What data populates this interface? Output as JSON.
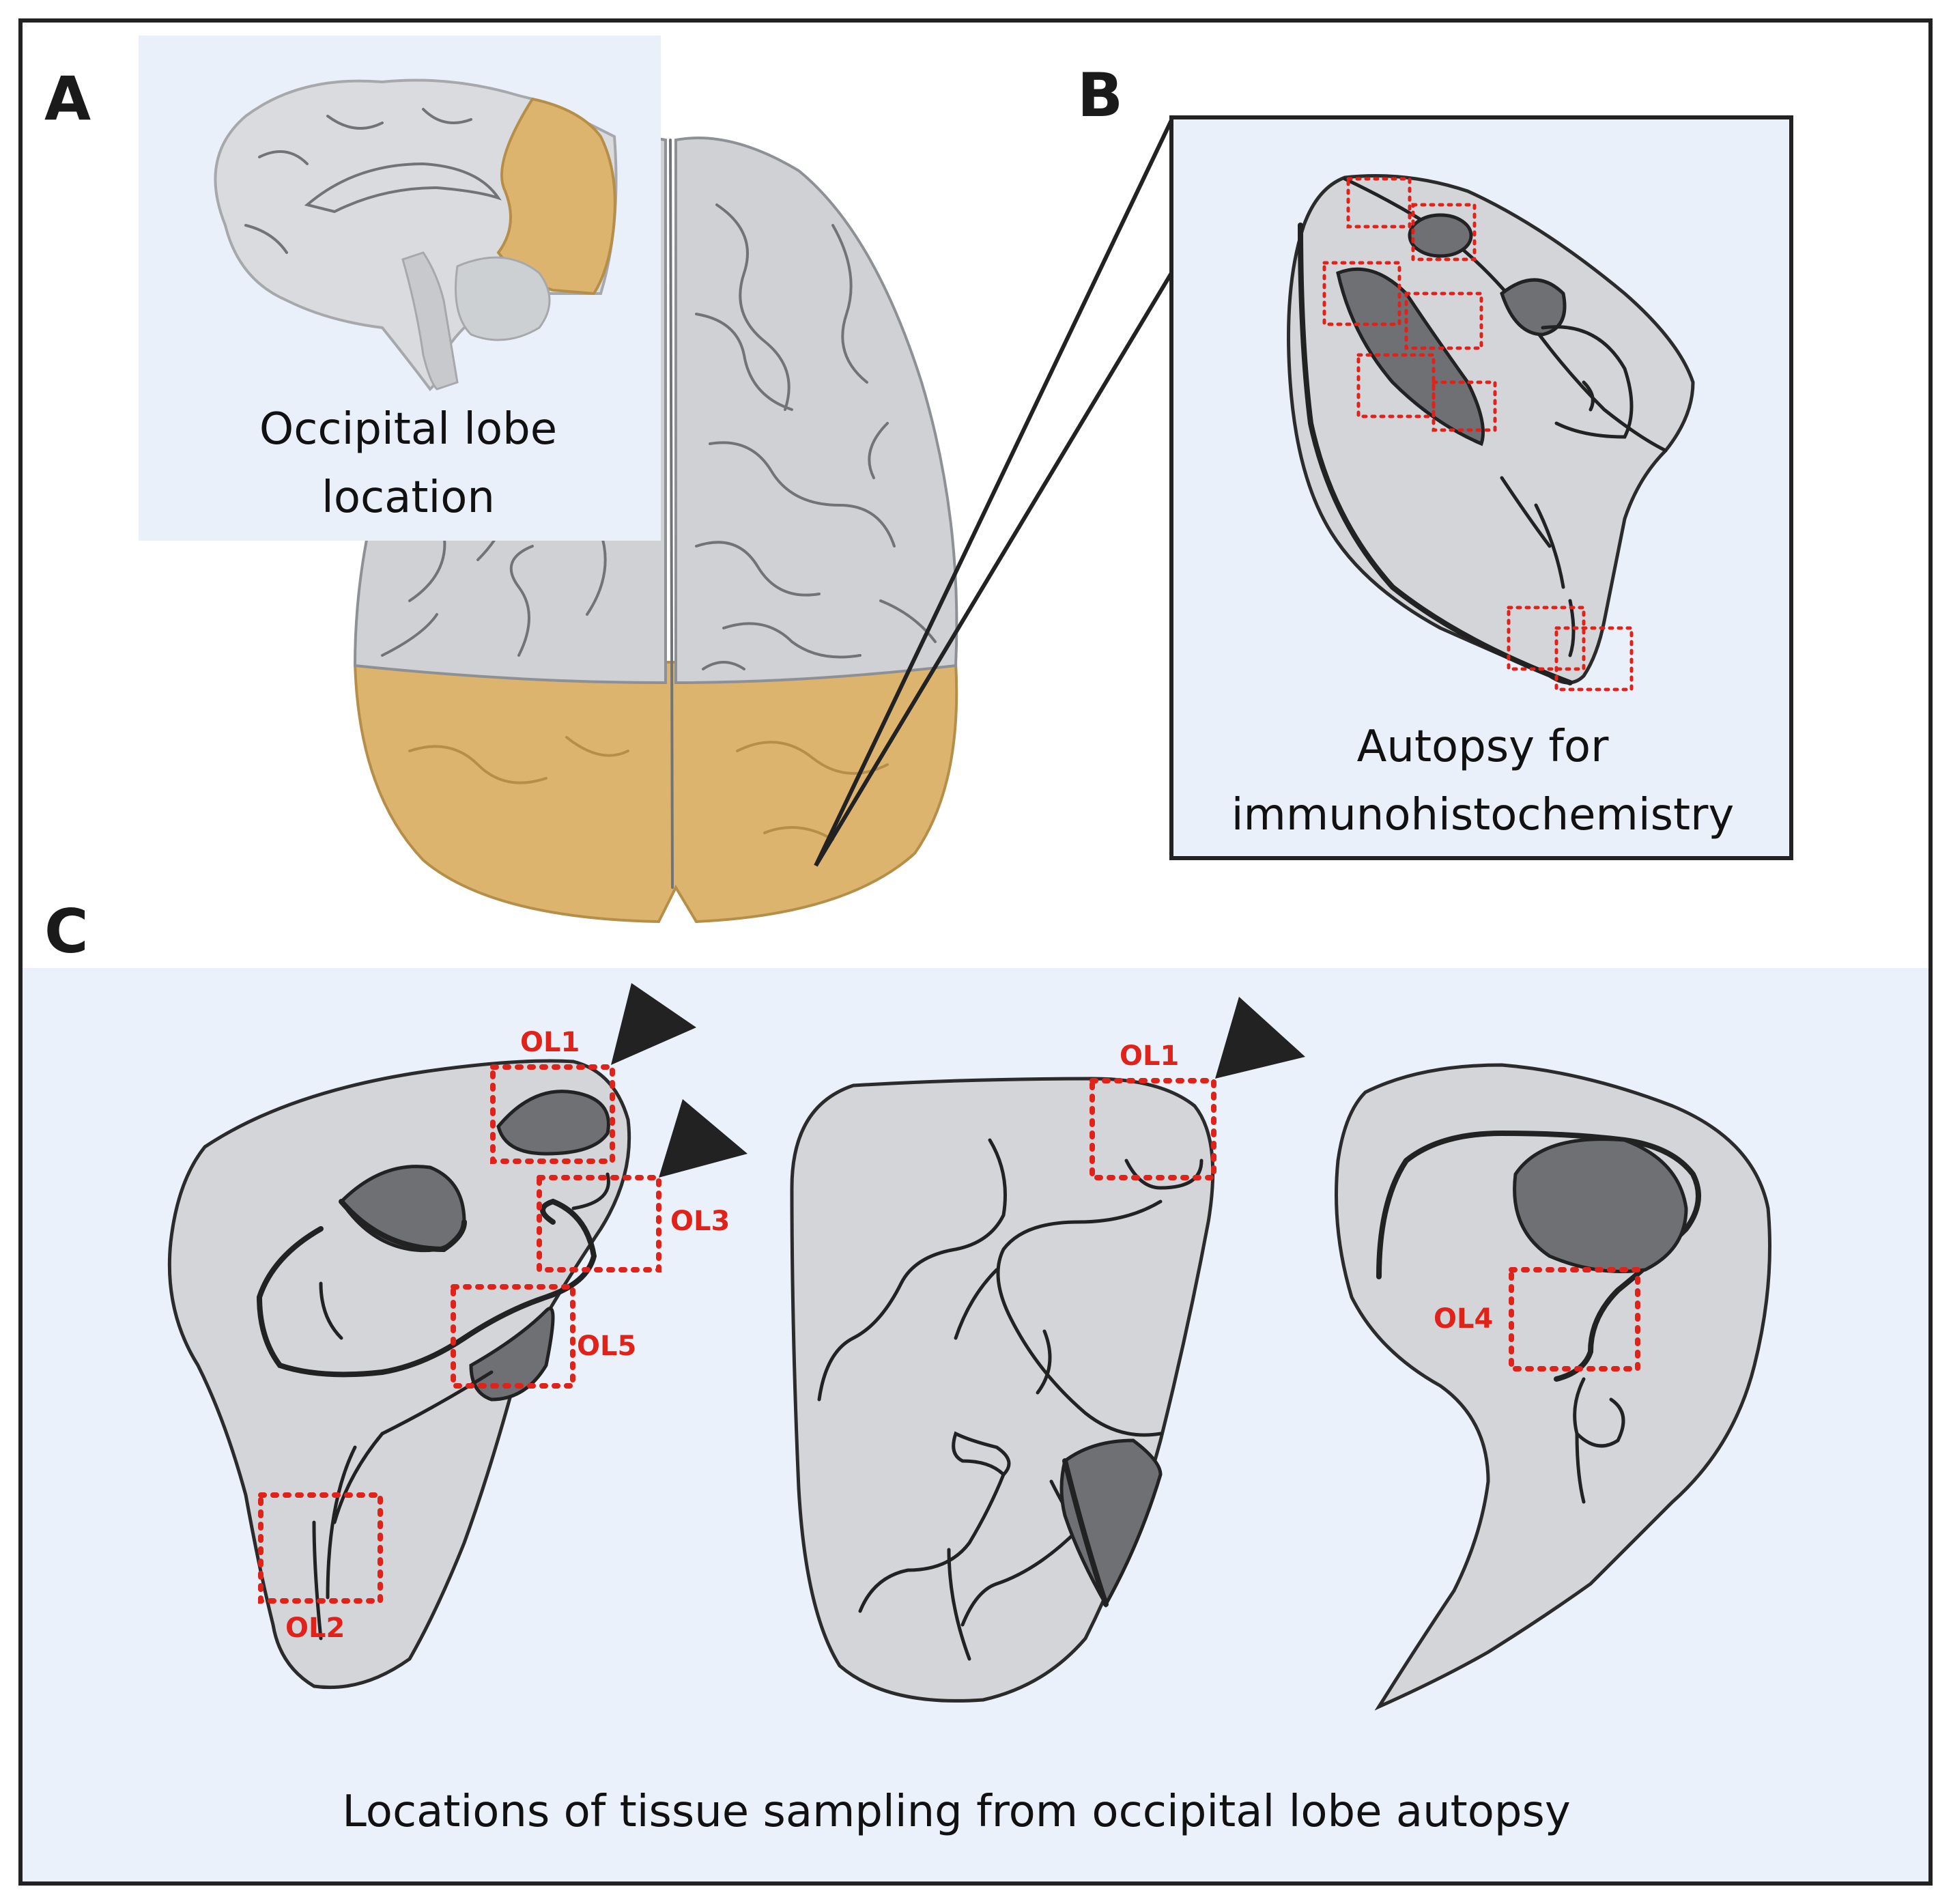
{
  "panels": {
    "a": {
      "letter": "A",
      "inset_caption_line1": "Occipital lobe",
      "inset_caption_line2": "location"
    },
    "b": {
      "letter": "B",
      "caption_line1": "Autopsy for",
      "caption_line2": "immunohistochemistry"
    },
    "c": {
      "letter": "C",
      "caption": "Locations of tissue sampling from occipital lobe autopsy"
    }
  },
  "sample_labels": {
    "ol1_left": "OL1",
    "ol2": "OL2",
    "ol3": "OL3",
    "ol5": "OL5",
    "ol1_middle": "OL1",
    "ol4": "OL4"
  },
  "colors": {
    "occipital_highlight": "#dcb46e",
    "brain_gray": "#cfd1d4",
    "tissue_gray": "#d3d5d8",
    "dark_region": "#6f7074",
    "sample_box_red": "#e0231a",
    "panel_background_blue": "#eaf1fa"
  }
}
